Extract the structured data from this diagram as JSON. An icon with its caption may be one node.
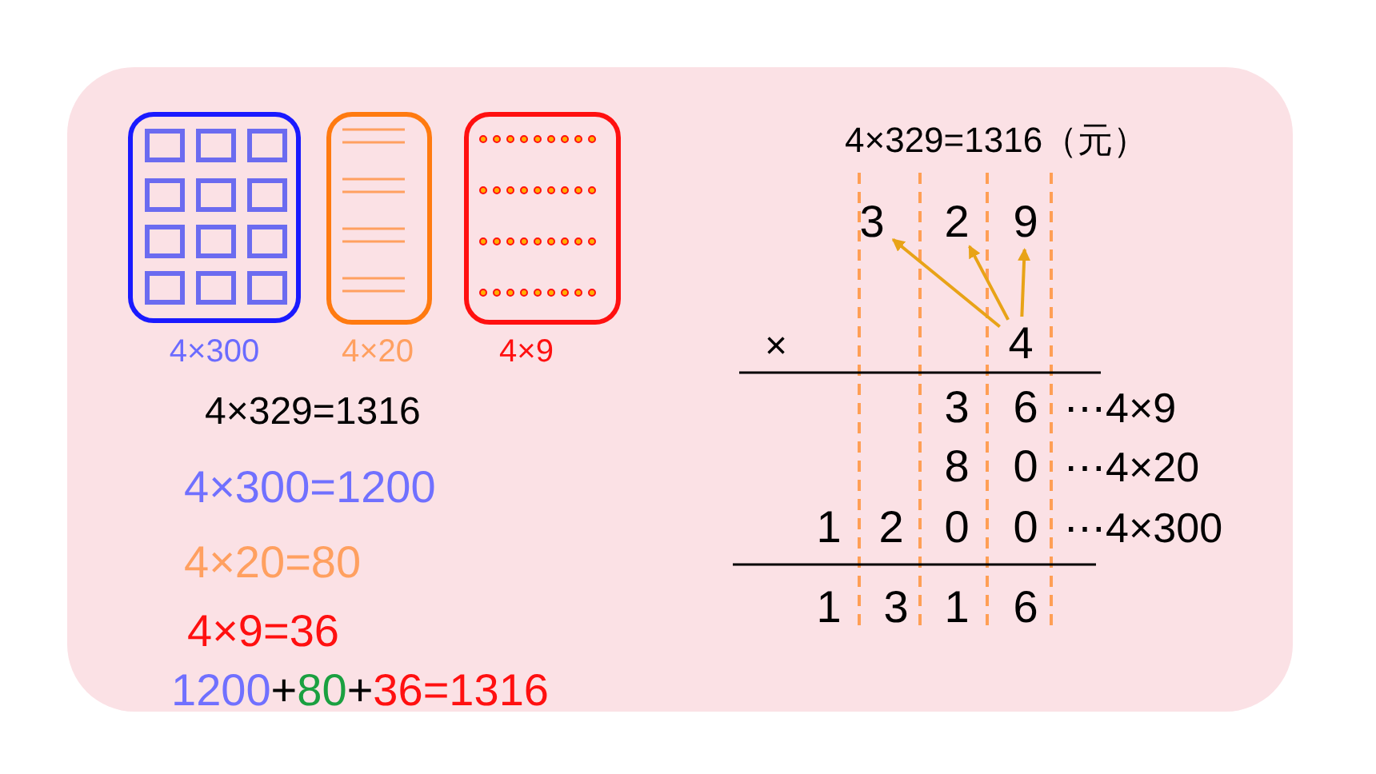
{
  "diagram": {
    "nodes": [
      {
        "text": [],
        "shape": "box",
        "beside": [
          "4×300"
        ]
      },
      {
        "text": [],
        "shape": "box",
        "beside": [
          "4×20"
        ]
      },
      {
        "text": [],
        "shape": "box",
        "beside": [
          "4×9"
        ]
      },
      {
        "text": [
          "3"
        ]
      },
      {
        "text": [
          "2"
        ]
      },
      {
        "text": [
          "9"
        ]
      },
      {
        "text": [
          "4"
        ]
      }
    ],
    "edges": [
      {
        "from": 6,
        "to": 3,
        "arrow": "to"
      },
      {
        "from": 6,
        "to": 4,
        "arrow": "to"
      },
      {
        "from": 6,
        "to": 5,
        "arrow": "to"
      }
    ],
    "labels": [
      "4×329=1316",
      "4×300=1200",
      "4×20=80",
      "4×9=36",
      "1200+80+36=1316",
      "4×329=1316（元）",
      "×",
      "3",
      "6",
      "⋯4×9",
      "8",
      "0",
      "⋯4×20",
      "1",
      "2",
      "0",
      "0",
      "⋯4×300",
      "1",
      "3",
      "1",
      "6"
    ]
  }
}
